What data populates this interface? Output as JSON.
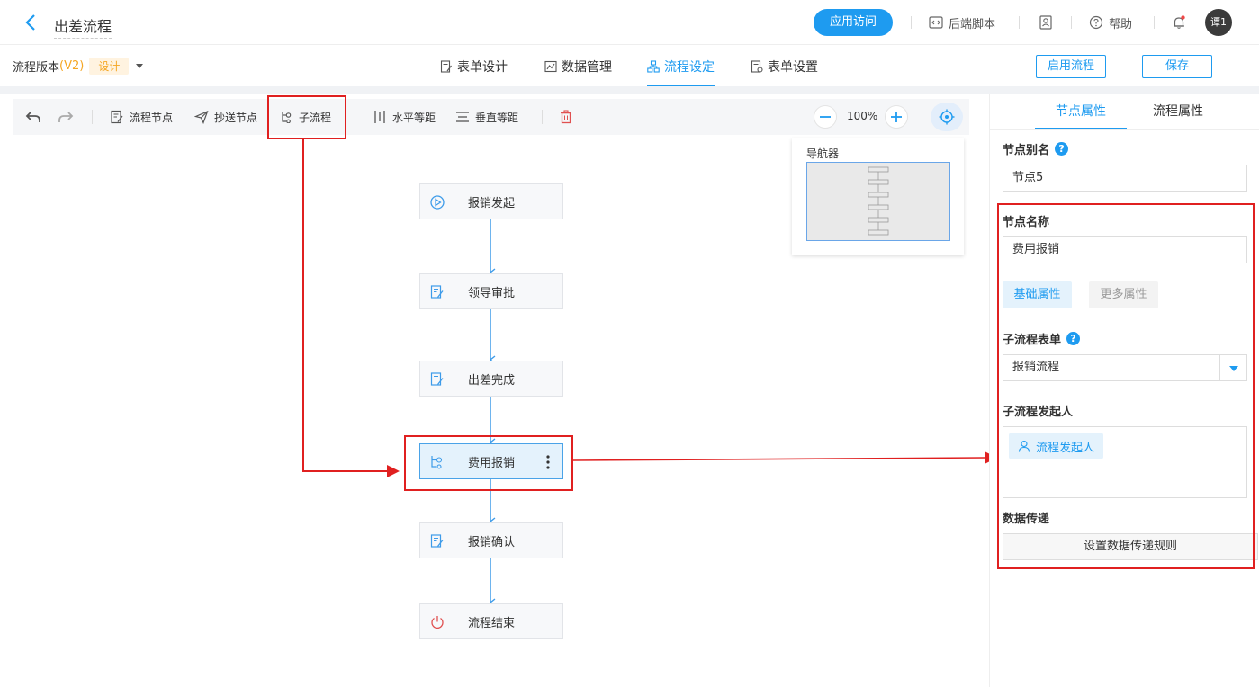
{
  "header": {
    "title": "出差流程",
    "visit_label": "应用访问",
    "backend_script_label": "后端脚本",
    "help_label": "帮助",
    "avatar_text": "谭1",
    "accent_color": "#1e9bf0"
  },
  "subbar": {
    "version_prefix": "流程版本",
    "version_tag": "(V2)",
    "design_badge": "设计",
    "tabs": [
      {
        "label": "表单设计",
        "icon": "form-edit-icon",
        "active": false
      },
      {
        "label": "数据管理",
        "icon": "chart-icon",
        "active": false
      },
      {
        "label": "流程设定",
        "icon": "flow-icon",
        "active": true
      },
      {
        "label": "表单设置",
        "icon": "form-settings-icon",
        "active": false
      }
    ],
    "enable_label": "启用流程",
    "save_label": "保存"
  },
  "toolbar": {
    "flow_node_label": "流程节点",
    "cc_node_label": "抄送节点",
    "subflow_label": "子流程",
    "h_spacing_label": "水平等距",
    "v_spacing_label": "垂直等距",
    "zoom_level": "100%"
  },
  "navigator": {
    "title": "导航器"
  },
  "flow": {
    "nodes": [
      {
        "label": "报销发起",
        "icon": "play-circle-icon",
        "selected": false
      },
      {
        "label": "领导审批",
        "icon": "edit-doc-icon",
        "selected": false
      },
      {
        "label": "出差完成",
        "icon": "edit-doc-icon",
        "selected": false
      },
      {
        "label": "费用报销",
        "icon": "subflow-icon",
        "selected": true
      },
      {
        "label": "报销确认",
        "icon": "edit-doc-icon",
        "selected": false
      },
      {
        "label": "流程结束",
        "icon": "power-icon",
        "selected": false
      }
    ]
  },
  "panel": {
    "tab_node": "节点属性",
    "tab_flow": "流程属性",
    "alias_label": "节点别名",
    "alias_value": "节点5",
    "name_label": "节点名称",
    "name_value": "费用报销",
    "basic_tab": "基础属性",
    "more_tab": "更多属性",
    "subform_label": "子流程表单",
    "subform_value": "报销流程",
    "initiator_label": "子流程发起人",
    "initiator_chip": "流程发起人",
    "data_transfer_label": "数据传递",
    "rule_button": "设置数据传递规则"
  }
}
